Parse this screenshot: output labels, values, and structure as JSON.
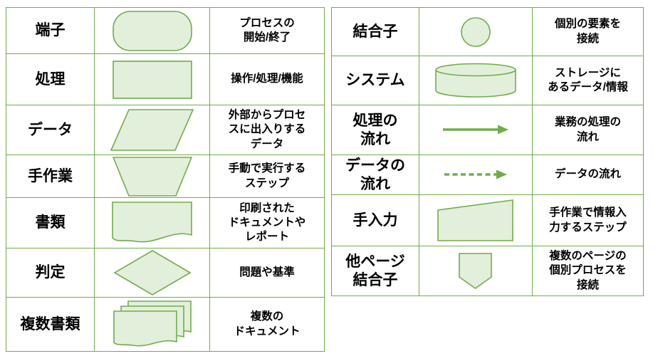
{
  "colors": {
    "grid_green": "#70ad47",
    "shape_fill": "#e2efda",
    "shape_stroke": "#70ad47",
    "text": "#000000",
    "background": "#ffffff"
  },
  "left_table": {
    "rows": [
      {
        "label": "端子",
        "shape_icon": "terminator-icon",
        "description": "プロセスの\n開始/終了"
      },
      {
        "label": "処理",
        "shape_icon": "process-icon",
        "description": "操作/処理/機能"
      },
      {
        "label": "データ",
        "shape_icon": "data-parallelogram-icon",
        "description": "外部からプロセ\nスに出入りする\nデータ"
      },
      {
        "label": "手作業",
        "shape_icon": "manual-operation-icon",
        "description": "手動で実行する\nステップ"
      },
      {
        "label": "書類",
        "shape_icon": "document-icon",
        "description": "印刷された\nドキュメントや\nレポート"
      },
      {
        "label": "判定",
        "shape_icon": "decision-diamond-icon",
        "description": "問題や基準"
      },
      {
        "label": "複数書類",
        "shape_icon": "multi-document-icon",
        "description": "複数の\nドキュメント"
      }
    ]
  },
  "right_table": {
    "rows": [
      {
        "label": "結合子",
        "shape_icon": "connector-circle-icon",
        "description": "個別の要素を\n接続"
      },
      {
        "label": "システム",
        "shape_icon": "database-cylinder-icon",
        "description": "ストレージに\nあるデータ/情報"
      },
      {
        "label": "処理の\n流れ",
        "shape_icon": "solid-arrow-icon",
        "description": "業務の処理の\n流れ"
      },
      {
        "label": "データの\n流れ",
        "shape_icon": "dashed-arrow-icon",
        "description": "データの流れ"
      },
      {
        "label": "手入力",
        "shape_icon": "manual-input-icon",
        "description": "手作業で情報入\n力するステップ"
      },
      {
        "label": "他ページ\n結合子",
        "shape_icon": "off-page-connector-icon",
        "description": "複数のページの\n個別プロセスを\n接続"
      }
    ]
  }
}
